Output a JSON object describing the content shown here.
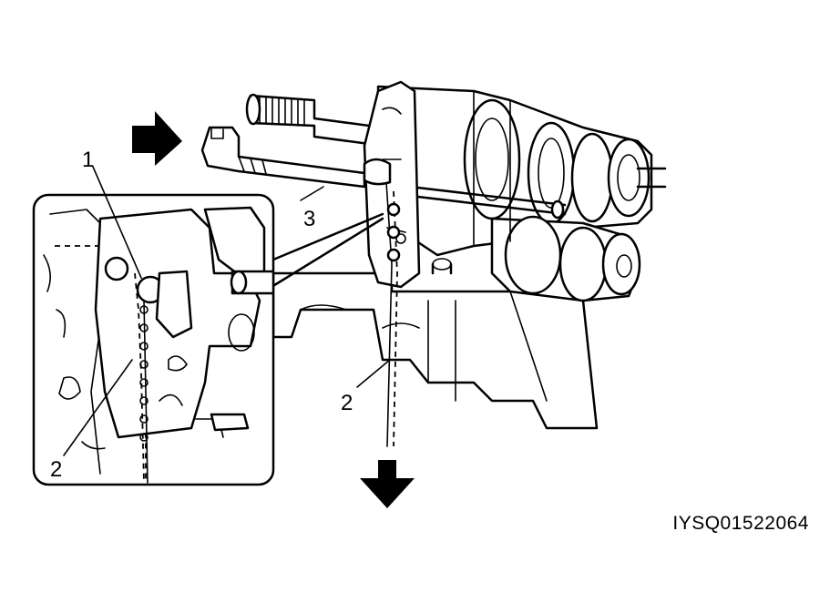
{
  "labels": {
    "callout_1": "1",
    "callout_2_inset": "2",
    "callout_2_main": "2",
    "callout_3": "3"
  },
  "image_code": "IYSQ01522064"
}
